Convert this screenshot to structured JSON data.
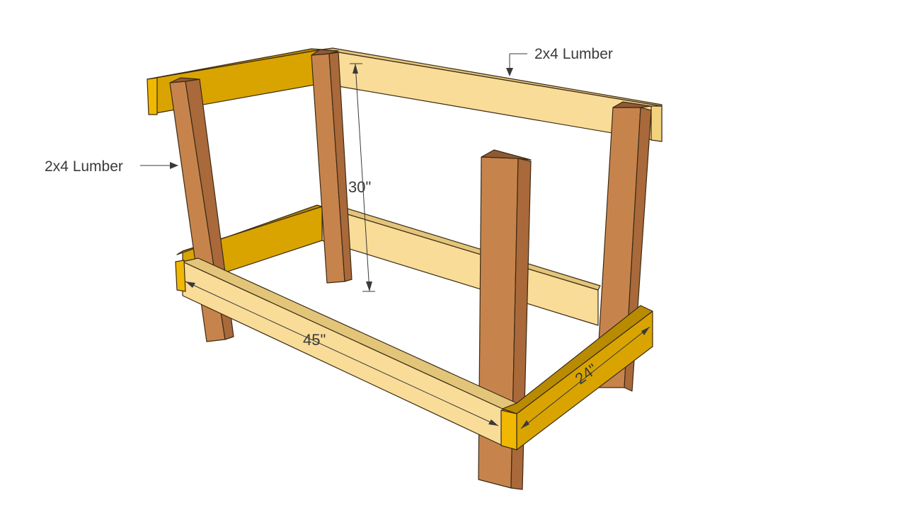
{
  "labels": {
    "lumber_top": "2x4 Lumber",
    "lumber_left": "2x4 Lumber"
  },
  "dimensions": {
    "height": "30\"",
    "length": "45\"",
    "width": "24\""
  },
  "colors": {
    "background": "#ffffff",
    "dark_yellow": "#d9a400",
    "dark_yellow_shade": "#b88b00",
    "bright_yellow": "#f0b800",
    "light_wood": "#f8dc98",
    "light_wood_shade": "#e3c57a",
    "leg_brown": "#c6844c",
    "leg_brown_side": "#a9693a",
    "leg_brown_top": "#8f5a32",
    "text": "#3a3a3a"
  }
}
